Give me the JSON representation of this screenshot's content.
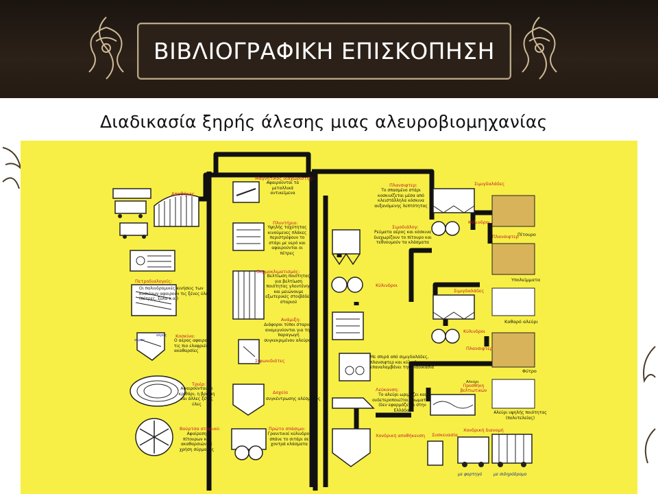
{
  "slide": {
    "title": "ΒΙΒΛΙΟΓΡΑΦΙΚΗ ΕΠΙΣΚΟΠΗΣΗ",
    "subtitle": "Διαδικασία ξηρής άλεσης μιας αλευροβιομηχανίας"
  },
  "colors": {
    "header_bg": "#2c2118",
    "diagram_bg": "#f7ef45",
    "pipe": "#111111",
    "label_red": "#c0182a",
    "label_blue": "#1a2a9a",
    "flour_sample": "#d9b35a"
  },
  "diagram": {
    "labels": {
      "silos": "Αποθήκες",
      "separators_title": "Πετροδιαλογείς:",
      "separators_desc": "Οι παλινδρομικές κινήσεις των κοσκίνων αφαιρούν τις ξένες ύλες (πέτρες, ξύλα κ.α.)",
      "aspirator_title": "Κοσκίνα:",
      "aspirator_desc": "Ο αέρας αφαιρεί τις πιο ελαφριές ακαθαρσίες",
      "air": "αέρας",
      "trieur_title": "Τριέρ:",
      "trieur_desc": "Αφαιρούνται το κριθάρι, η βρώμη και άλλες ξένες ύλες",
      "scourer_title": "Βούρτσα σταριού:",
      "scourer_desc": "Αφαίρεση πίτουρων και ακαθαρσιών με χρήση σύρματος",
      "magnet_title": "Μαγνητικός διαχωριστής:",
      "magnet_desc": "Αφαιρούνται τα μεταλλικά αντικείμενα",
      "washer_title": "Πλυντήριο:",
      "washer_desc": "Υψηλής ταχύτητας κινούμενες πλάκες περιστρέφουν το στάρι με νερό και αφαιρούνται οι πέτρες",
      "conditioning_title": "Θερμοκλιματισμός:",
      "conditioning_desc": "Βελτίωση ποιότητας για βελτίωση ποιότητας γλουτένης και μειώνουμε εξωτερικές στοιβάδες σταριού",
      "blending_title": "Ανάμιξη:",
      "blending_desc": "Διάφοροι τύποι σταριού αναμιγνύονται για την παραγωγή συγκεκριμένου αλεύρου",
      "shifter_small": "Σιφωνιδιάτες",
      "bins_title": "Δοχεία",
      "bins_desc": "συγκέντρωσης αλέσματος",
      "first_break_title": "Πρώτο σπάσιμο:",
      "first_break_desc": "Γρανιτικοί κύλινδροι σπάνε το σιτάρι σε χοντρά κλάσματα",
      "plansifter_title": "Πλανσιφτερ:",
      "plansifter_desc": "Το σπασμένο στάρι κοσκινίζεται μέσα από κλειστάλληλα κόσκινα αυξανόμενης λεπτότητας",
      "purifier_title": "Σιμοδιάλογ:",
      "purifier_desc": "Ρεύματα αέρος και κόσκινα διαχωρίζουν το πίτουρο και τεθνουμούν τα κλάσματα",
      "sieves_top": "Σιμιγδαλάδες",
      "rolls_top": "Κύλινδροι",
      "plansifter_small": "Πλανσιφτερ",
      "bran": "Πίτουρο",
      "remainder": "Υπολείμματα",
      "rolls_mid": "Κύλινδροι",
      "sieves_mid": "Σιμιγδαλάδες",
      "clean_flour": "Καθαρό αλεύρι",
      "rolls_lower": "Κύλινδροι",
      "plansifter_lower": "Πλανσιφτερ",
      "germ": "Φύτρο",
      "reduction_desc": "Με σπιρά από σιμιγδαλάδες, πλανσιφτερ και κύλινδροι επαναλαμβάνει την διαδικασία",
      "bleaching_title": "Λεύκανση:",
      "bleaching_desc": "Το αλεύρι ωριμάζει και ουδετεροποιείται χρωματικά (δεν εφαρμόζεται στην Ελλάδα)",
      "enrich_small": "Αλεύρι",
      "enrich_title": "Προσθήκη βελτιωτικών",
      "high_flour": "Αλεύρι υψηλής ποιότητας (πολυτελείας)",
      "bulk_title": "Χονδρική αποθήκευση",
      "bagging": "Συσκευασία",
      "wholesale": "Χονδρική διανομή",
      "truck": "με φορτηγό",
      "rail": "με σιδηρόδρομο"
    }
  }
}
